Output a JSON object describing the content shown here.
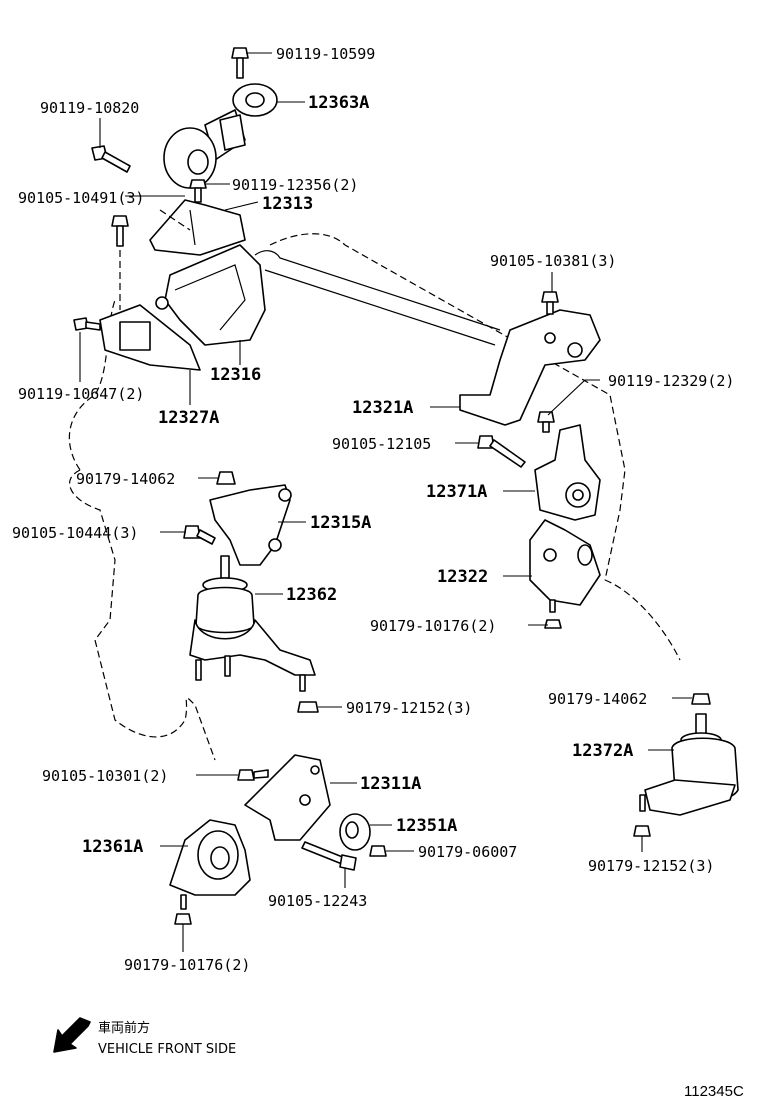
{
  "labels": [
    {
      "id": "bolt-90119-10599",
      "text": "90119-10599"
    },
    {
      "id": "mount-12363a",
      "text": "12363A"
    },
    {
      "id": "bolt-90119-10820",
      "text": "90119-10820"
    },
    {
      "id": "bolt-90119-12356",
      "text": "90119-12356(2)"
    },
    {
      "id": "bolt-90105-10491",
      "text": "90105-10491(3)"
    },
    {
      "id": "bracket-12313",
      "text": "12313"
    },
    {
      "id": "bolt-90105-10381",
      "text": "90105-10381(3)"
    },
    {
      "id": "bolt-90119-10647",
      "text": "90119-10647(2)"
    },
    {
      "id": "insulator-12316",
      "text": "12316"
    },
    {
      "id": "bracket-12327a",
      "text": "12327A"
    },
    {
      "id": "bracket-12321a",
      "text": "12321A"
    },
    {
      "id": "bolt-90119-12329",
      "text": "90119-12329(2)"
    },
    {
      "id": "bolt-90105-12105",
      "text": "90105-12105"
    },
    {
      "id": "nut-90179-14062-a",
      "text": "90179-14062"
    },
    {
      "id": "insulator-12371a",
      "text": "12371A"
    },
    {
      "id": "bolt-90105-10444",
      "text": "90105-10444(3)"
    },
    {
      "id": "bracket-12315a",
      "text": "12315A"
    },
    {
      "id": "insulator-12362",
      "text": "12362"
    },
    {
      "id": "bracket-12322",
      "text": "12322"
    },
    {
      "id": "nut-90179-10176-a",
      "text": "90179-10176(2)"
    },
    {
      "id": "nut-90179-12152-a",
      "text": "90179-12152(3)"
    },
    {
      "id": "nut-90179-14062-b",
      "text": "90179-14062"
    },
    {
      "id": "insulator-12372a",
      "text": "12372A"
    },
    {
      "id": "bolt-90105-10301",
      "text": "90105-10301(2)"
    },
    {
      "id": "bracket-12311a",
      "text": "12311A"
    },
    {
      "id": "stopper-12351a",
      "text": "12351A"
    },
    {
      "id": "insulator-12361a",
      "text": "12361A"
    },
    {
      "id": "nut-90179-06007",
      "text": "90179-06007"
    },
    {
      "id": "bolt-90105-12243",
      "text": "90105-12243"
    },
    {
      "id": "nut-90179-12152-b",
      "text": "90179-12152(3)"
    },
    {
      "id": "nut-90179-10176-b",
      "text": "90179-10176(2)"
    }
  ],
  "front_note": {
    "japanese": "車両前方",
    "english": "VEHICLE FRONT SIDE"
  },
  "drawing_number": "112345C",
  "colors": {
    "line": "#000000",
    "background": "#ffffff"
  }
}
